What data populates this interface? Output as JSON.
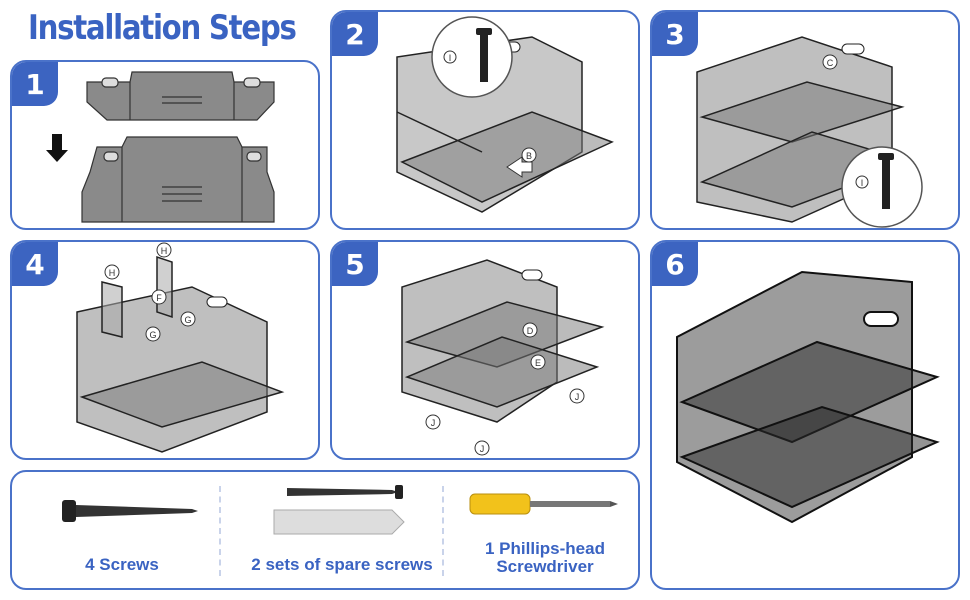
{
  "page": {
    "title": "Installation Steps"
  },
  "steps": [
    {
      "number": "1"
    },
    {
      "number": "2",
      "labels": {
        "screw": "I",
        "part": "B"
      }
    },
    {
      "number": "3",
      "labels": {
        "screw": "I",
        "part": "C"
      }
    },
    {
      "number": "4",
      "labels": {
        "h1": "H",
        "h2": "H",
        "f": "F",
        "g1": "G",
        "g2": "G"
      }
    },
    {
      "number": "5",
      "labels": {
        "d": "D",
        "e": "E",
        "j1": "J",
        "j2": "J",
        "j3": "J"
      }
    },
    {
      "number": "6"
    }
  ],
  "parts": [
    {
      "label": "4 Screws"
    },
    {
      "label": "2 sets of spare screws"
    },
    {
      "label": "1 Phillips-head Screwdriver"
    }
  ],
  "colors": {
    "accent": "#3a63c2",
    "border": "#4a72c9",
    "mesh": "#2b2b2b",
    "handle": "#f2c21b"
  }
}
